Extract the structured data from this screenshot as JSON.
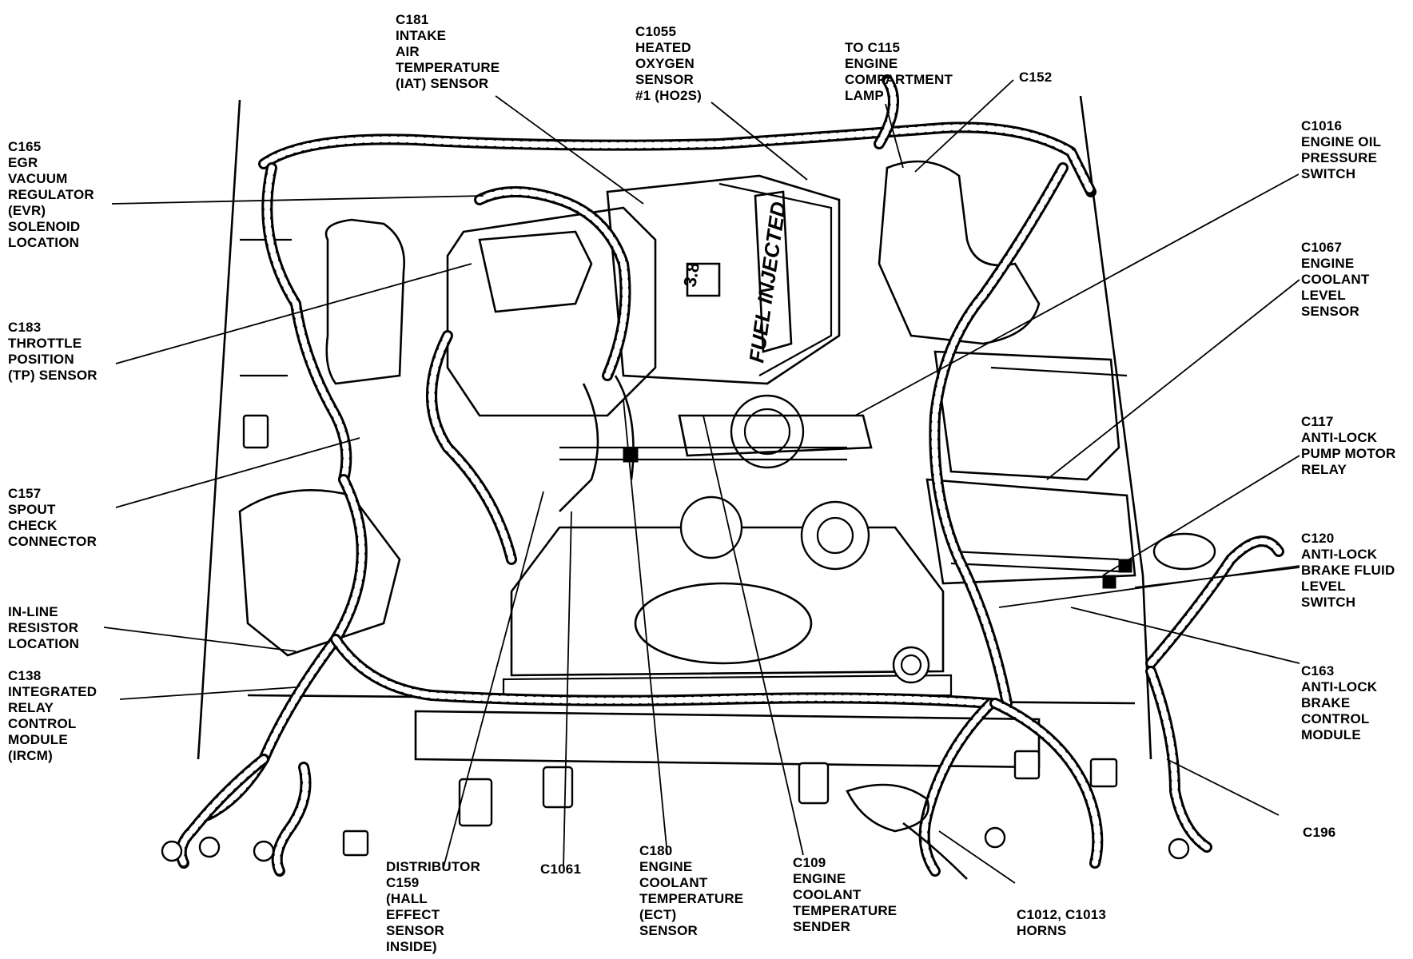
{
  "labels": {
    "c181": [
      "C181",
      "INTAKE",
      "AIR",
      "TEMPERATURE",
      "(IAT) SENSOR"
    ],
    "c1055": [
      "C1055",
      "HEATED",
      "OXYGEN",
      "SENSOR",
      "#1 (HO2S)"
    ],
    "c115": [
      "TO C115",
      "ENGINE",
      "COMPARTMENT",
      "LAMP"
    ],
    "c152": [
      "C152"
    ],
    "c1016": [
      "C1016",
      "ENGINE OIL",
      "PRESSURE",
      "SWITCH"
    ],
    "c165": [
      "C165",
      "EGR",
      "VACUUM",
      "REGULATOR",
      "(EVR)",
      "SOLENOID",
      "LOCATION"
    ],
    "c1067": [
      "C1067",
      "ENGINE",
      "COOLANT",
      "LEVEL",
      "SENSOR"
    ],
    "c183": [
      "C183",
      "THROTTLE",
      "POSITION",
      "(TP) SENSOR"
    ],
    "c117": [
      "C117",
      "ANTI-LOCK",
      "PUMP MOTOR",
      "RELAY"
    ],
    "c157": [
      "C157",
      "SPOUT",
      "CHECK",
      "CONNECTOR"
    ],
    "c120": [
      "C120",
      "ANTI-LOCK",
      "BRAKE FLUID",
      "LEVEL",
      "SWITCH"
    ],
    "inline": [
      "IN-LINE",
      "RESISTOR",
      "LOCATION"
    ],
    "c163": [
      "C163",
      "ANTI-LOCK",
      "BRAKE",
      "CONTROL",
      "MODULE"
    ],
    "c138": [
      "C138",
      "INTEGRATED",
      "RELAY",
      "CONTROL",
      "MODULE",
      "(IRCM)"
    ],
    "c196": [
      "C196"
    ],
    "distributor": [
      "DISTRIBUTOR",
      "C159",
      "(HALL",
      "EFFECT",
      "SENSOR",
      "INSIDE)"
    ],
    "c1061": [
      "C1061"
    ],
    "c180": [
      "C180",
      "ENGINE",
      "COOLANT",
      "TEMPERATURE",
      "(ECT)",
      "SENSOR"
    ],
    "c109": [
      "C109",
      "ENGINE",
      "COOLANT",
      "TEMPERATURE",
      "SENDER"
    ],
    "c1012": [
      "C1012, C1013",
      "HORNS"
    ]
  },
  "engine_lettering": "FUEL INJECTED",
  "engine_badge": "3.8"
}
